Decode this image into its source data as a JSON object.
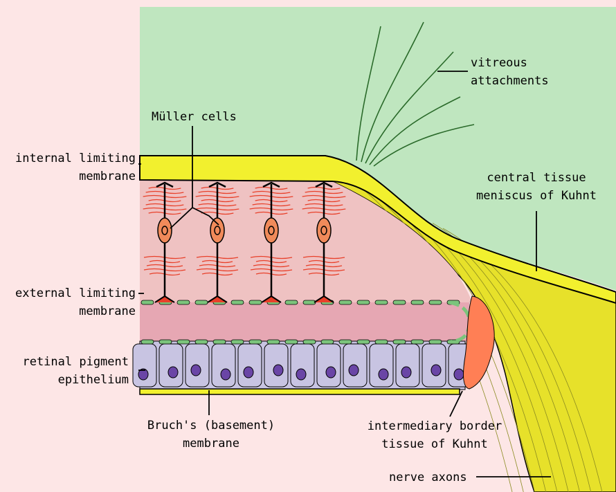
{
  "colors": {
    "background": "#fde6e6",
    "vitreous": "#bfe6bf",
    "membrane_yellow": "#f2f02e",
    "retina_pink": "#efc2c2",
    "outer_segments": "#e6a7b3",
    "rpe_cells": "#c8c4e2",
    "nuclei": "#6a45a6",
    "muller_cell": "#f08a5a",
    "muller_fibers": "#e8402a",
    "limiting_membrane_dash": "#7cc47c",
    "kuhnt_tissue": "#ff7f55",
    "nerve_fibers": "#e7e12a"
  },
  "labels": {
    "vitreous": [
      "vitreous",
      "attachments"
    ],
    "muller": "Müller cells",
    "ilm": [
      "internal limiting",
      "membrane"
    ],
    "meniscus": [
      "central tissue",
      "meniscus of Kuhnt"
    ],
    "elm": [
      "external limiting",
      "membrane"
    ],
    "rpe": [
      "retinal pigment",
      "epithelium"
    ],
    "bruch": [
      "Bruch's (basement)",
      "membrane"
    ],
    "kuhnt_border": [
      "intermediary border",
      "tissue of Kuhnt"
    ],
    "nerve": "nerve axons"
  }
}
